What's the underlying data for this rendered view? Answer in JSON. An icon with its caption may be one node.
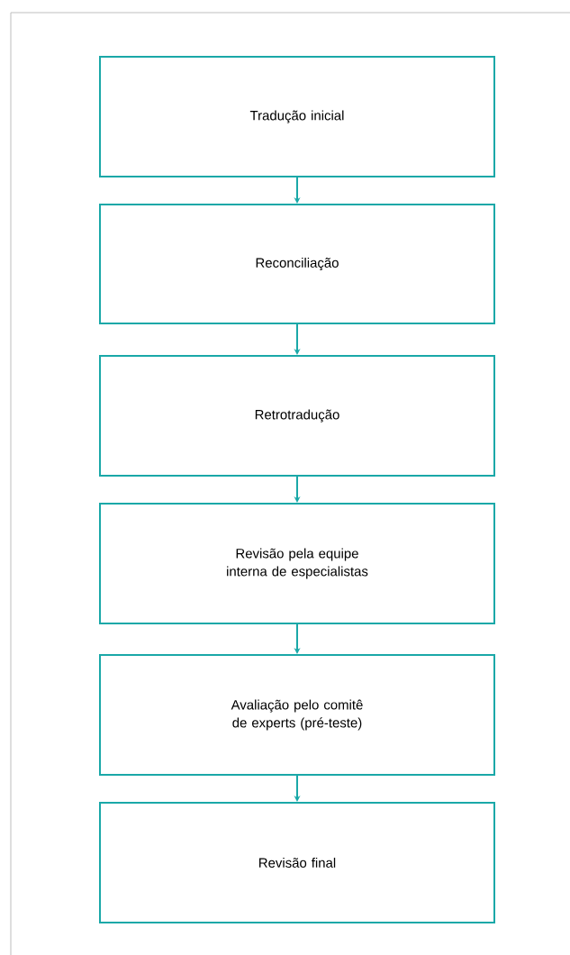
{
  "diagram": {
    "nodes": [
      {
        "text": [
          "Tradução inicial"
        ]
      },
      {
        "text": [
          "Reconciliação"
        ]
      },
      {
        "text": [
          "Retrotradução"
        ]
      },
      {
        "text": [
          "Revisão pela equipe interna de especialistas"
        ]
      },
      {
        "text": [
          "Avaliação pelo comitê de experts (pré-teste)"
        ]
      },
      {
        "text": [
          "Revisão final"
        ]
      }
    ],
    "edges": [
      {
        "from": 0,
        "to": 1,
        "arrow": "to"
      },
      {
        "from": 1,
        "to": 2,
        "arrow": "to"
      },
      {
        "from": 2,
        "to": 3,
        "arrow": "to"
      },
      {
        "from": 3,
        "to": 4,
        "arrow": "to"
      },
      {
        "from": 4,
        "to": 5,
        "arrow": "to"
      }
    ]
  }
}
